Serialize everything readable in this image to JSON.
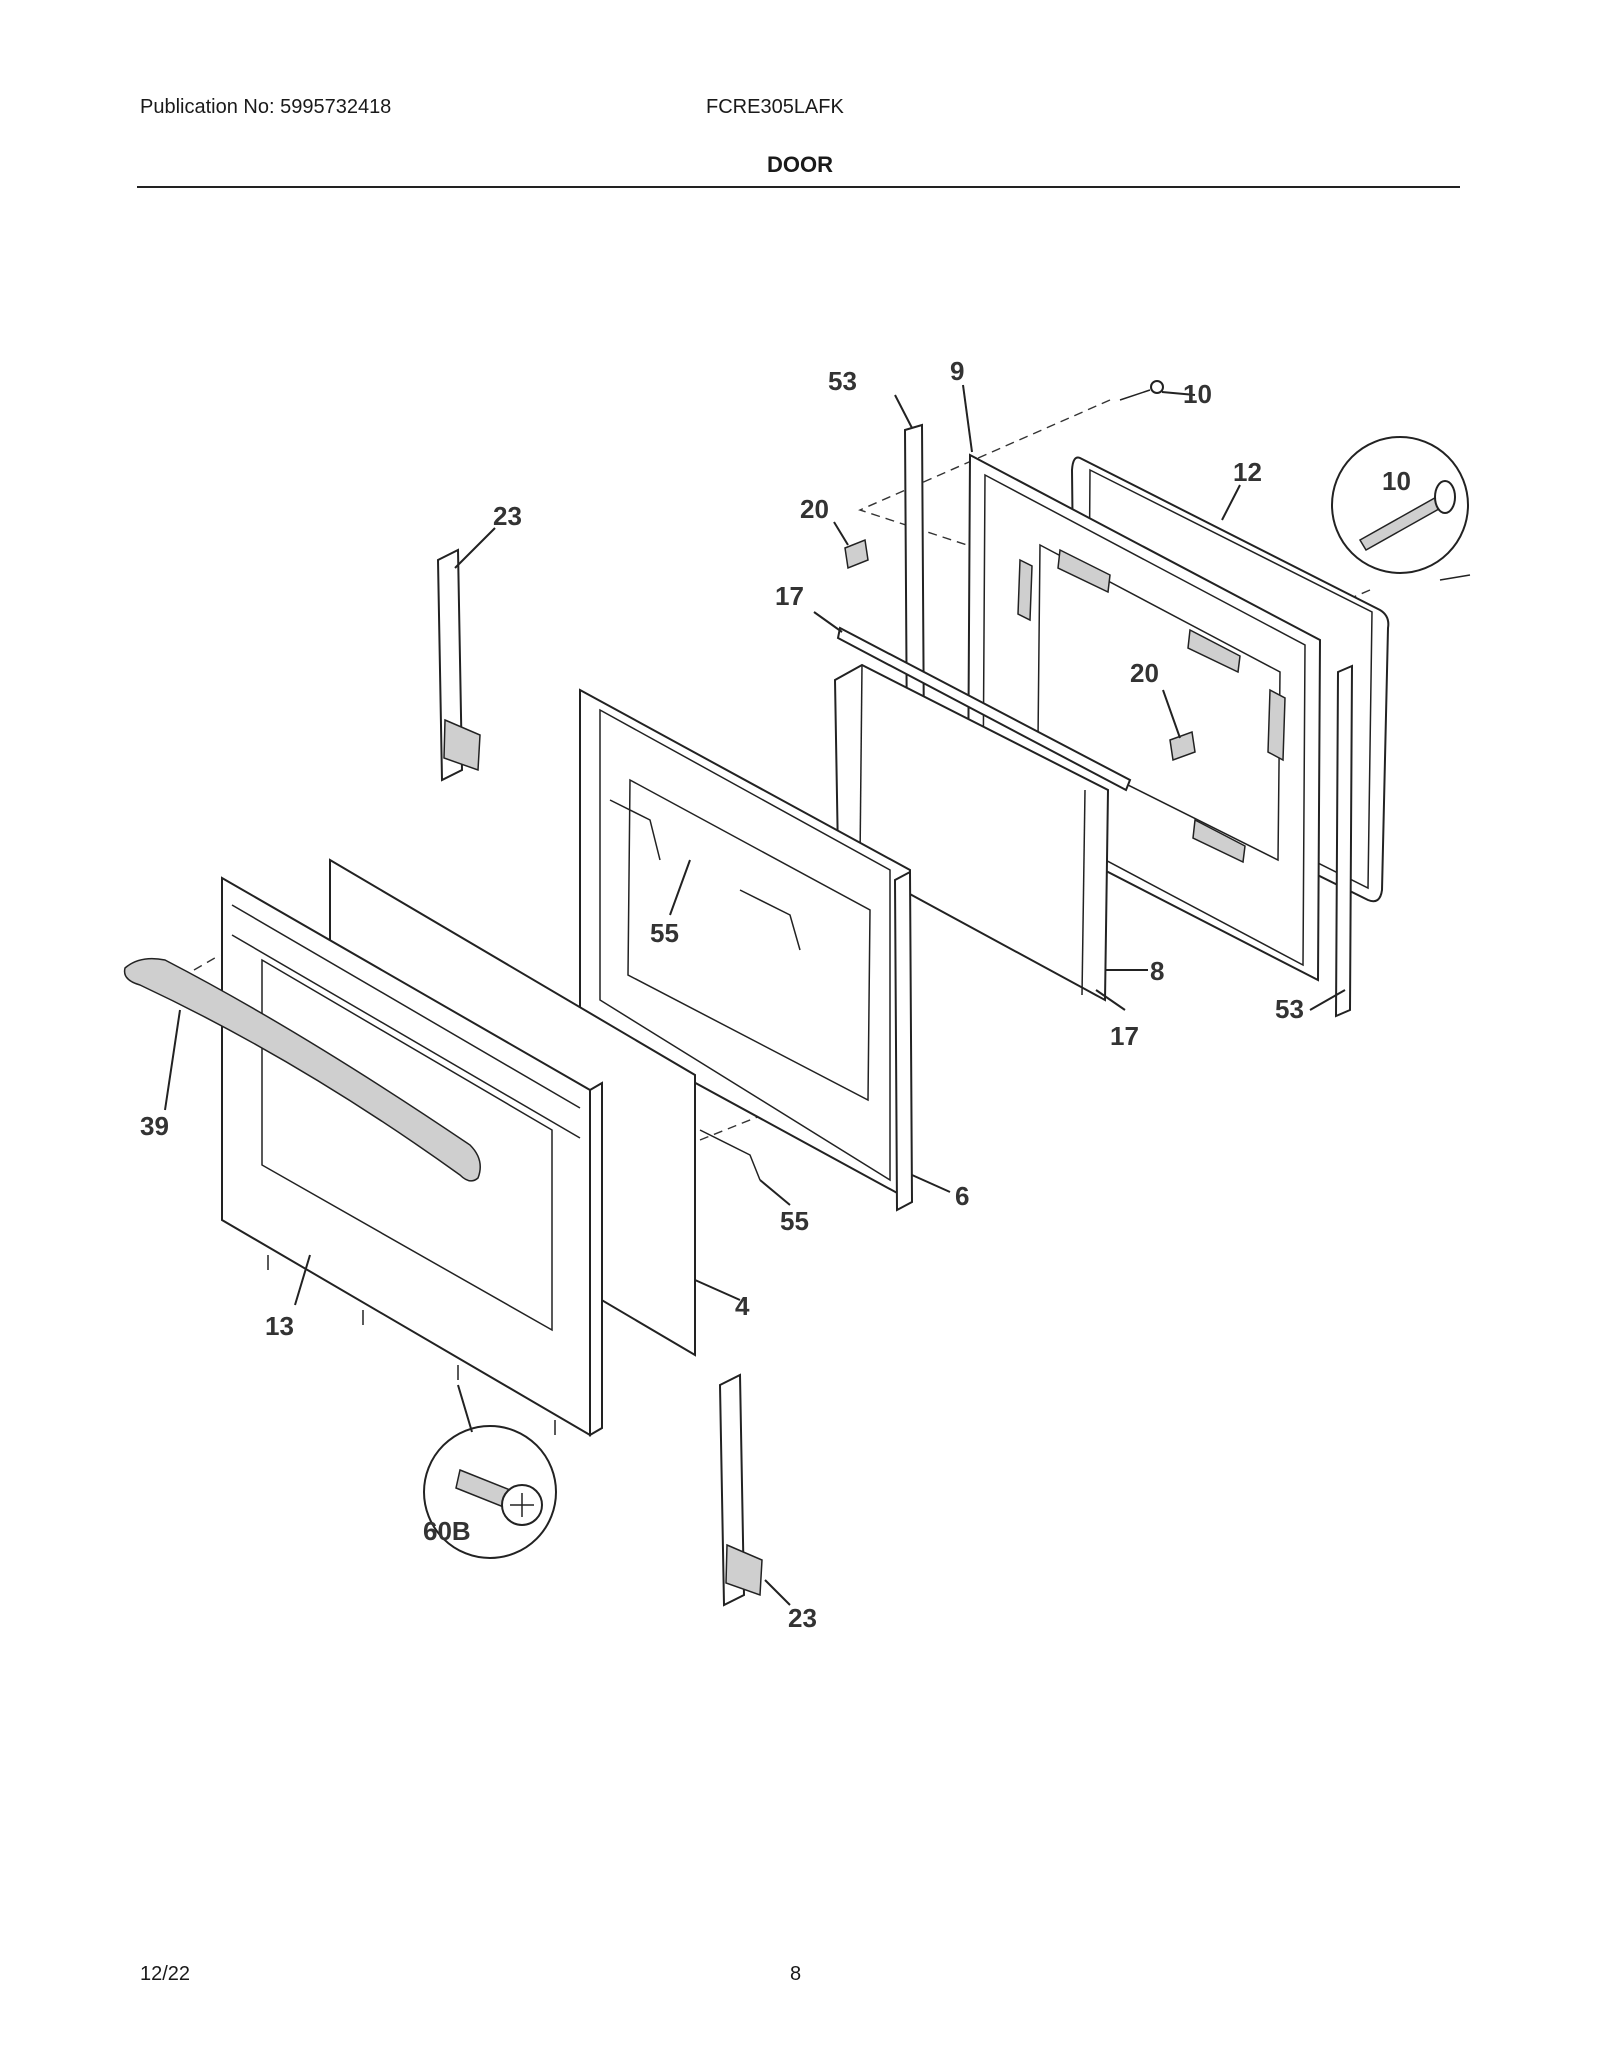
{
  "header": {
    "publication": "Publication No: 5995732418",
    "model": "FCRE305LAFK",
    "title": "DOOR"
  },
  "footer": {
    "date": "12/22",
    "page": "8"
  },
  "diagram": {
    "callouts": {
      "c53_top": "53",
      "c9": "9",
      "c10_top": "10",
      "c10_detail": "10",
      "c12": "12",
      "c20_left": "20",
      "c20_right": "20",
      "c23_top": "23",
      "c17_top": "17",
      "c55_mid": "55",
      "c8": "8",
      "c17_bottom": "17",
      "c53_bottom": "53",
      "c39": "39",
      "c6": "6",
      "c55_bottom": "55",
      "c4": "4",
      "c13": "13",
      "c60b": "60B",
      "c23_bottom": "23"
    }
  }
}
